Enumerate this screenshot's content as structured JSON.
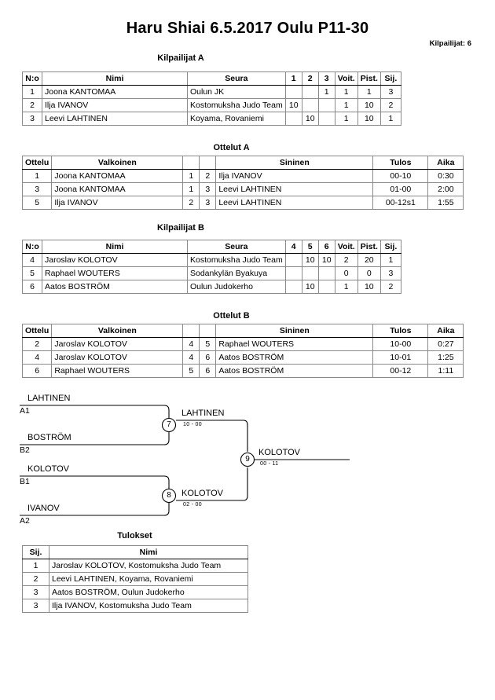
{
  "document": {
    "title": "Haru Shiai  6.5.2017  Oulu   P11-30",
    "competitors_count": "Kilpailijat: 6"
  },
  "pool_a": {
    "caption": "Kilpailijat A",
    "headers": {
      "no": "N:o",
      "name": "Nimi",
      "club": "Seura",
      "m1": "1",
      "m2": "2",
      "m3": "3",
      "wins": "Voit.",
      "points": "Pist.",
      "rank": "Sij."
    },
    "rows": [
      {
        "no": "1",
        "name": "Joona KANTOMAA",
        "club": "Oulun JK",
        "m1": "",
        "m2": "",
        "m3": "1",
        "wins": "1",
        "points": "1",
        "rank": "3"
      },
      {
        "no": "2",
        "name": "Ilja IVANOV",
        "club": "Kostomuksha Judo Team",
        "m1": "10",
        "m2": "",
        "m3": "",
        "wins": "1",
        "points": "10",
        "rank": "2"
      },
      {
        "no": "3",
        "name": "Leevi LAHTINEN",
        "club": "Koyama, Rovaniemi",
        "m1": "",
        "m2": "10",
        "m3": "",
        "wins": "1",
        "points": "10",
        "rank": "1"
      }
    ]
  },
  "matches_a": {
    "caption": "Ottelut A",
    "headers": {
      "match": "Ottelu",
      "white": "Valkoinen",
      "n1": "",
      "n2": "",
      "blue": "Sininen",
      "result": "Tulos",
      "time": "Aika"
    },
    "rows": [
      {
        "match": "1",
        "white": "Joona KANTOMAA",
        "n1": "1",
        "n2": "2",
        "blue": "Ilja IVANOV",
        "result": "00-10",
        "time": "0:30"
      },
      {
        "match": "3",
        "white": "Joona KANTOMAA",
        "n1": "1",
        "n2": "3",
        "blue": "Leevi LAHTINEN",
        "result": "01-00",
        "time": "2:00"
      },
      {
        "match": "5",
        "white": "Ilja IVANOV",
        "n1": "2",
        "n2": "3",
        "blue": "Leevi LAHTINEN",
        "result": "00-12s1",
        "time": "1:55"
      }
    ]
  },
  "pool_b": {
    "caption": "Kilpailijat B",
    "headers": {
      "no": "N:o",
      "name": "Nimi",
      "club": "Seura",
      "m1": "4",
      "m2": "5",
      "m3": "6",
      "wins": "Voit.",
      "points": "Pist.",
      "rank": "Sij."
    },
    "rows": [
      {
        "no": "4",
        "name": "Jaroslav KOLOTOV",
        "club": "Kostomuksha Judo Team",
        "m1": "",
        "m2": "10",
        "m3": "10",
        "wins": "2",
        "points": "20",
        "rank": "1"
      },
      {
        "no": "5",
        "name": "Raphael WOUTERS",
        "club": "Sodankylän Byakuya",
        "m1": "",
        "m2": "",
        "m3": "",
        "wins": "0",
        "points": "0",
        "rank": "3"
      },
      {
        "no": "6",
        "name": "Aatos BOSTRÖM",
        "club": "Oulun Judokerho",
        "m1": "",
        "m2": "10",
        "m3": "",
        "wins": "1",
        "points": "10",
        "rank": "2"
      }
    ]
  },
  "matches_b": {
    "caption": "Ottelut B",
    "headers": {
      "match": "Ottelu",
      "white": "Valkoinen",
      "n1": "",
      "n2": "",
      "blue": "Sininen",
      "result": "Tulos",
      "time": "Aika"
    },
    "rows": [
      {
        "match": "2",
        "white": "Jaroslav KOLOTOV",
        "n1": "4",
        "n2": "5",
        "blue": "Raphael WOUTERS",
        "result": "10-00",
        "time": "0:27"
      },
      {
        "match": "4",
        "white": "Jaroslav KOLOTOV",
        "n1": "4",
        "n2": "6",
        "blue": "Aatos BOSTRÖM",
        "result": "10-01",
        "time": "1:25"
      },
      {
        "match": "6",
        "white": "Raphael WOUTERS",
        "n1": "5",
        "n2": "6",
        "blue": "Aatos BOSTRÖM",
        "result": "00-12",
        "time": "1:11"
      }
    ]
  },
  "bracket": {
    "entries": [
      {
        "name": "LAHTINEN",
        "seed": "A1"
      },
      {
        "name": "BOSTRÖM",
        "seed": "B2"
      },
      {
        "name": "KOLOTOV",
        "seed": "B1"
      },
      {
        "name": "IVANOV",
        "seed": "A2"
      }
    ],
    "nodes": [
      {
        "number": "7",
        "winner": "LAHTINEN",
        "score": "10 - 00"
      },
      {
        "number": "8",
        "winner": "KOLOTOV",
        "score": "02 - 00"
      },
      {
        "number": "9",
        "winner": "KOLOTOV",
        "score": "00 - 11"
      }
    ]
  },
  "results": {
    "caption": "Tulokset",
    "headers": {
      "rank": "Sij.",
      "name": "Nimi"
    },
    "rows": [
      {
        "rank": "1",
        "name": "Jaroslav KOLOTOV, Kostomuksha Judo Team"
      },
      {
        "rank": "2",
        "name": "Leevi LAHTINEN, Koyama, Rovaniemi"
      },
      {
        "rank": "3",
        "name": "Aatos BOSTRÖM, Oulun Judokerho"
      },
      {
        "rank": "3",
        "name": "Ilja IVANOV, Kostomuksha Judo Team"
      }
    ]
  }
}
